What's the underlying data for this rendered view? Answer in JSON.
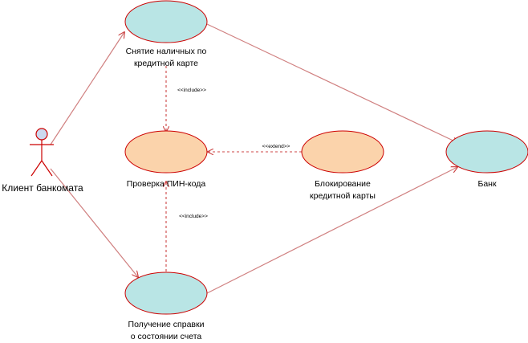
{
  "diagram": {
    "actors": {
      "client": {
        "name": "Клиент банкомата"
      }
    },
    "use_cases": {
      "withdraw": {
        "label_line1": "Снятие наличных по",
        "label_line2": "кредитной карте"
      },
      "pin": {
        "label": "Проверка ПИН-кода"
      },
      "block": {
        "label_line1": "Блокирование",
        "label_line2": "кредитной карты"
      },
      "statement": {
        "label_line1": "Получение справки",
        "label_line2": "о состоянии счета"
      },
      "bank": {
        "label": "Банк"
      }
    },
    "relations": {
      "include_top": "<<include>>",
      "include_bottom": "<<include>>",
      "extend": "<<extend>>"
    },
    "colors": {
      "line": "#cc4444",
      "cyan_fill": "#b9e5e5",
      "orange_fill": "#fbd3ab",
      "outline": "#cc0000",
      "actor_head": "#ccd9ef"
    }
  }
}
